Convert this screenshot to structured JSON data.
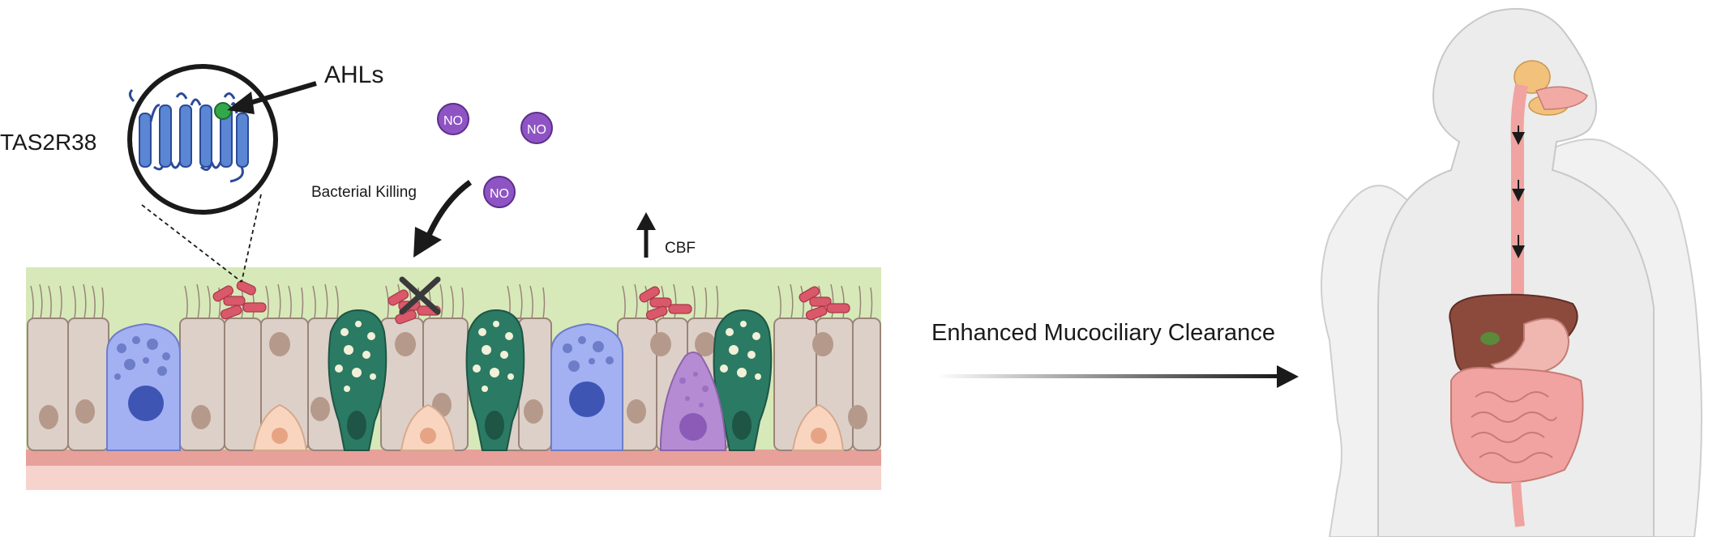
{
  "labels": {
    "receptor": "TAS2R38",
    "ligand": "AHLs",
    "no_molecule": "NO",
    "bacterial_killing": "Bacterial Killing",
    "cbf": "CBF",
    "outcome": "Enhanced Mucociliary Clearance"
  },
  "icons": [
    "receptor-7tm-icon",
    "bacteria-cluster-icon",
    "cross-mark-icon",
    "no-molecule-icon",
    "up-arrow-icon",
    "human-torso-icon"
  ],
  "colors": {
    "mucus": "#d7e9b9",
    "cell_body": "#ddd0c8",
    "cell_outline": "#9a8479",
    "goblet_cell": "#2b7a64",
    "club_cell": "#a3b1f3",
    "basal_cell": "#f9d5bf",
    "bacteria": "#d9586a",
    "no_molecule": "#8e54c4",
    "receptor": "#5a86d3",
    "ligand": "#33a84a",
    "intestine": "#f0a3a0",
    "liver": "#8c4a3d"
  }
}
